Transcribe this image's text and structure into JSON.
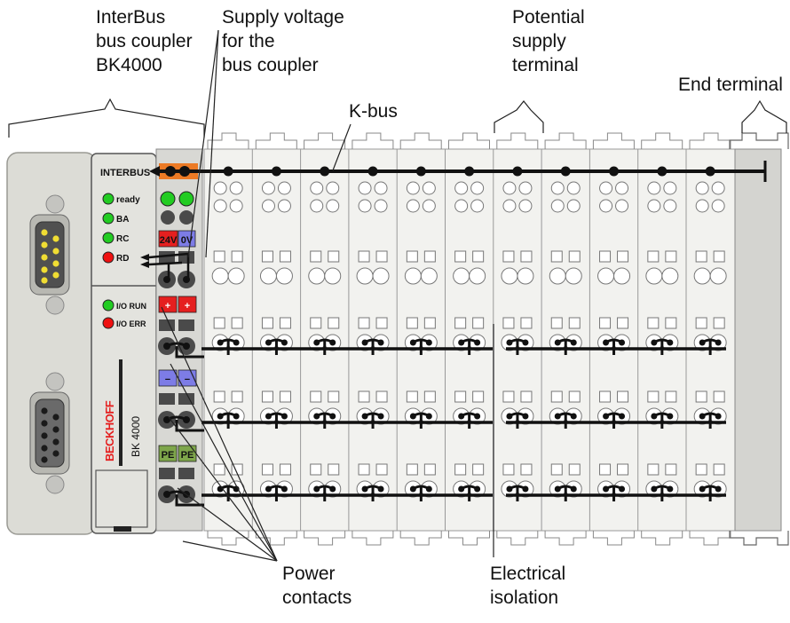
{
  "callouts": {
    "bus_coupler": "InterBus\nbus coupler\nBK4000",
    "supply_voltage": "Supply voltage\nfor the\nbus coupler",
    "k_bus": "K-bus",
    "potential_supply": "Potential\nsupply\nterminal",
    "end_terminal": "End terminal",
    "power_contacts": "Power\ncontacts",
    "electrical_isolation": "Electrical\nisolation"
  },
  "coupler": {
    "bus_name": "INTERBUS",
    "leds": [
      {
        "label": "ready",
        "color": "#22cc22"
      },
      {
        "label": "BA",
        "color": "#22cc22"
      },
      {
        "label": "RC",
        "color": "#22cc22"
      },
      {
        "label": "RD",
        "color": "#ee1111"
      }
    ],
    "io_leds": [
      {
        "label": "I/O RUN",
        "color": "#22cc22"
      },
      {
        "label": "I/O ERR",
        "color": "#ee1111"
      }
    ],
    "brand": "BECKHOFF",
    "model": "BK 4000"
  },
  "supply_labels": {
    "v24": "24V",
    "v0": "0V",
    "plus": "+",
    "minus": "−",
    "pe": "PE"
  },
  "colors": {
    "housing": "#dcdcd6",
    "panel": "#e3e3de",
    "terminal": "#f2f2ef",
    "orange": "#ec7a25",
    "red": "#e51f1f",
    "blue": "#7d7ce6",
    "green": "#7ea64b",
    "dark": "#4a4a4a"
  }
}
